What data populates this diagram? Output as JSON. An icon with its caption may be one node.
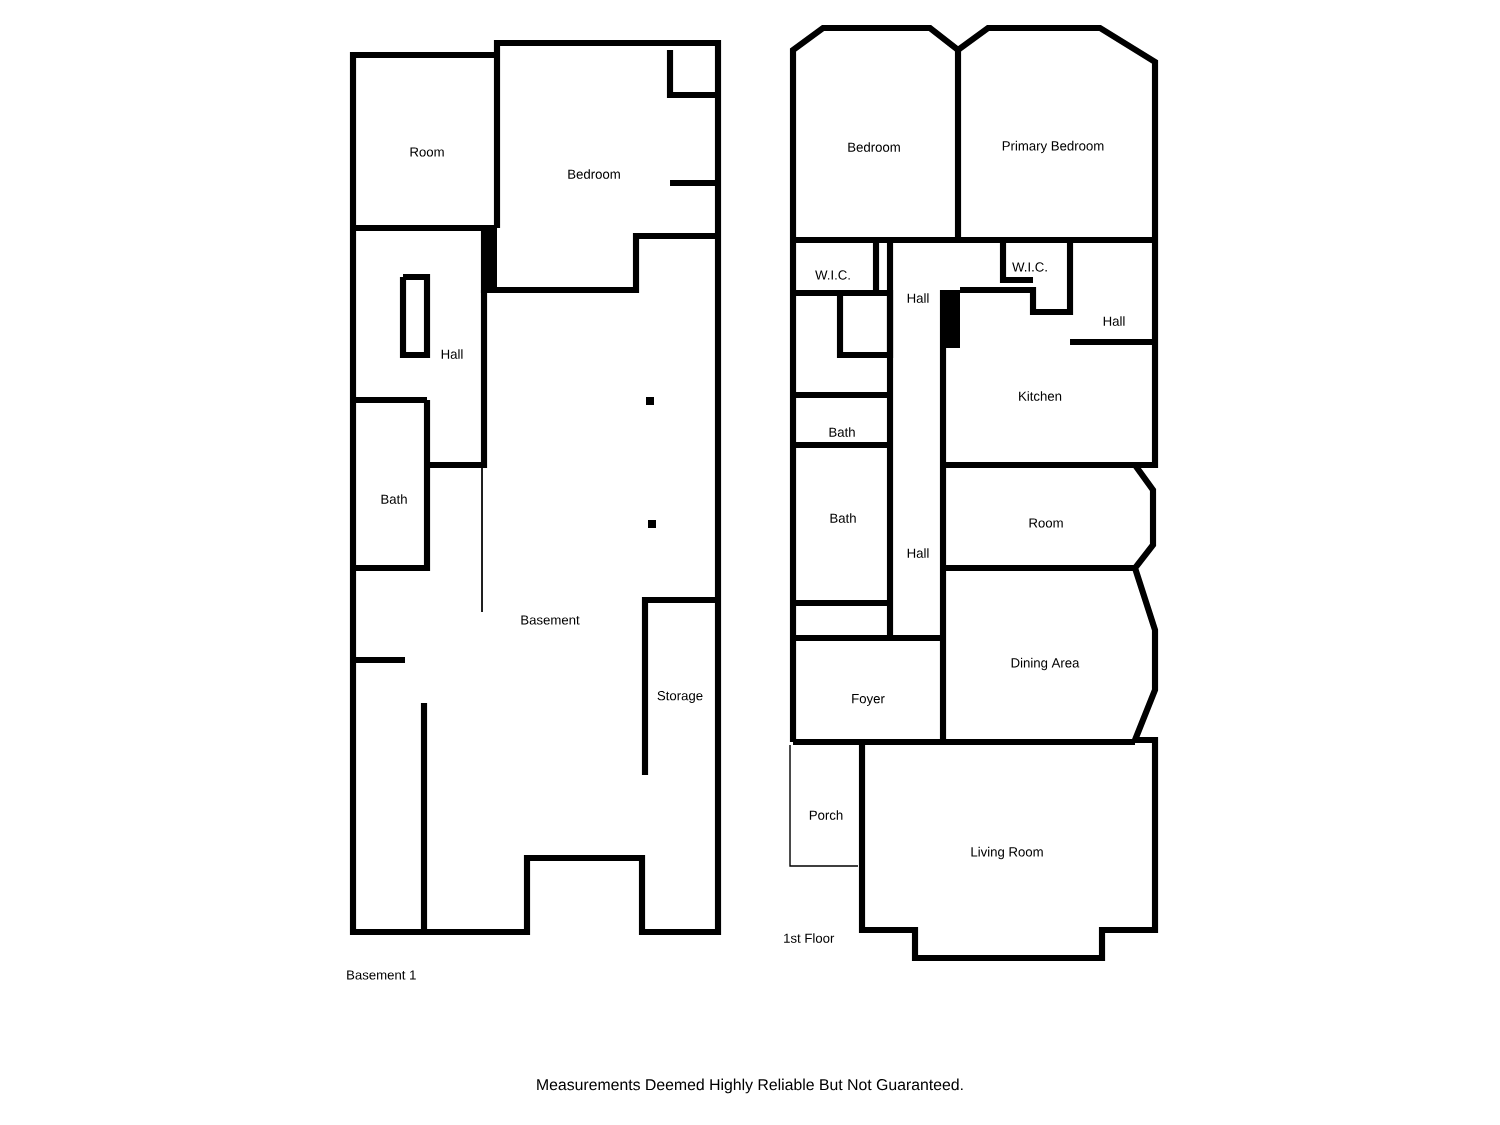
{
  "diagram": {
    "caption": "Measurements Deemed Highly Reliable But Not Guaranteed.",
    "labels": [
      "Room",
      "Bedroom",
      "Hall",
      "Bath",
      "Basement",
      "Storage",
      "Basement 1",
      "Bedroom",
      "Primary Bedroom",
      "W.I.C.",
      "W.I.C.",
      "Hall",
      "Hall",
      "Kitchen",
      "Bath",
      "Bath",
      "Room",
      "Hall",
      "Dining Area",
      "Foyer",
      "Porch",
      "Living Room",
      "1st Floor"
    ]
  }
}
